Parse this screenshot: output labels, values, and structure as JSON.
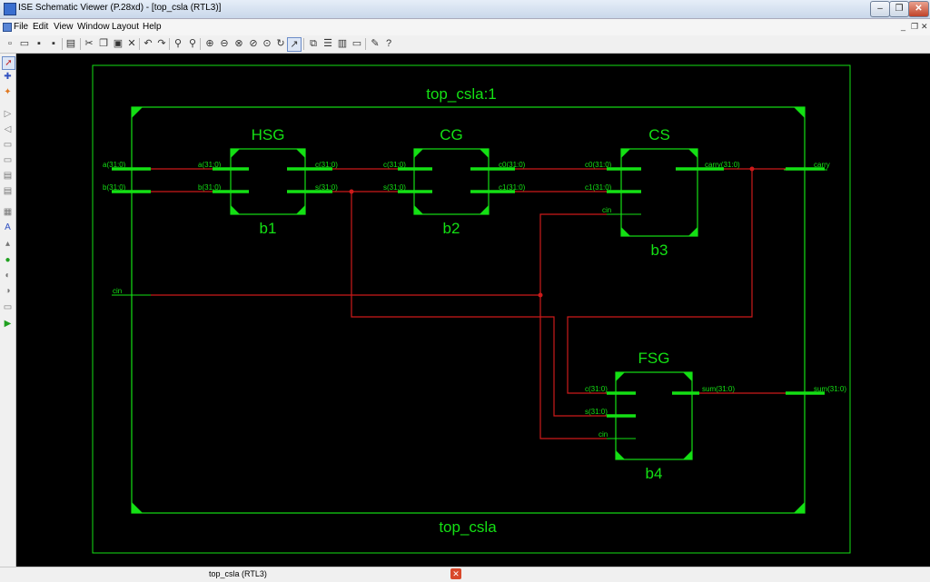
{
  "window": {
    "title": "ISE Schematic Viewer (P.28xd) - [top_csla (RTL3)]"
  },
  "menu": [
    "File",
    "Edit",
    "View",
    "Window",
    "Layout",
    "Help"
  ],
  "mdi_controls": {
    "minimize": "_",
    "restore": "❐",
    "close": "✕"
  },
  "window_controls": {
    "minimize": "–",
    "restore": "❐",
    "close": "✕"
  },
  "schematic": {
    "outer_title": "top_csla:1",
    "outer_name": "top_csla",
    "colors": {
      "wire": "#cc1a1a",
      "frame": "#14e014",
      "bus": "#14e014",
      "text": "#14e014",
      "background": "#000000"
    },
    "ports_in": {
      "a": "a(31:0)",
      "b": "b(31:0)",
      "cin": "cin"
    },
    "ports_out": {
      "carry": "carry",
      "sum": "sum(31:0)"
    },
    "blocks": {
      "hsg": {
        "type": "HSG",
        "inst": "b1",
        "pin_a": "a(31:0)",
        "pin_b": "b(31:0)",
        "pin_c": "c(31:0)",
        "pin_s": "s(31:0)"
      },
      "cg": {
        "type": "CG",
        "inst": "b2",
        "pin_c": "c(31:0)",
        "pin_s": "s(31:0)",
        "pin_c0": "c0(31:0)",
        "pin_c1": "c1(31:0)"
      },
      "cs": {
        "type": "CS",
        "inst": "b3",
        "pin_c0": "c0(31:0)",
        "pin_c1": "c1(31:0)",
        "pin_cin": "cin",
        "pin_carry": "carry(31:0)"
      },
      "fsg": {
        "type": "FSG",
        "inst": "b4",
        "pin_c": "c(31:0)",
        "pin_s": "s(31:0)",
        "pin_cin": "cin",
        "pin_sum": "sum(31:0)"
      }
    }
  },
  "status": {
    "doc_tab": "top_csla (RTL3)",
    "close": "✕"
  }
}
